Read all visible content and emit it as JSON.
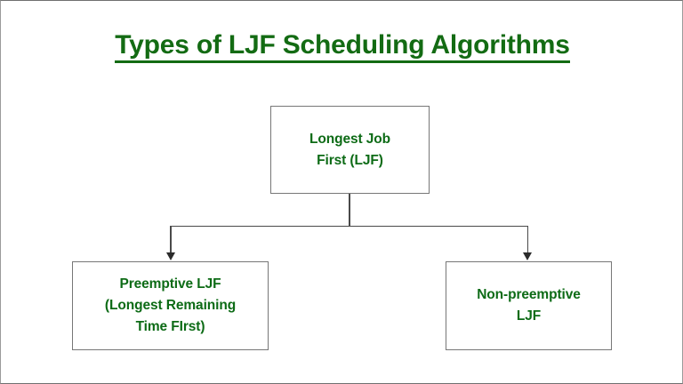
{
  "slide": {
    "title": "Types of LJF Scheduling Algorithms",
    "background_color": "#ffffff",
    "frame_color": "#9a9a9a",
    "accent_color": "#136b13"
  },
  "diagram": {
    "type": "tree",
    "box_border_color": "#777777",
    "connector_color": "#4a4a4a",
    "text_color": "#0d6b16",
    "root": {
      "label_line1": "Longest Job",
      "label_line2": "First (LJF)"
    },
    "children": [
      {
        "name": "preemptive",
        "label_line1": "Preemptive LJF",
        "label_line2": "(Longest Remaining",
        "label_line3": "Time FIrst)"
      },
      {
        "name": "non-preemptive",
        "label_line1": "Non-preemptive",
        "label_line2": "LJF",
        "label_line3": ""
      }
    ]
  }
}
